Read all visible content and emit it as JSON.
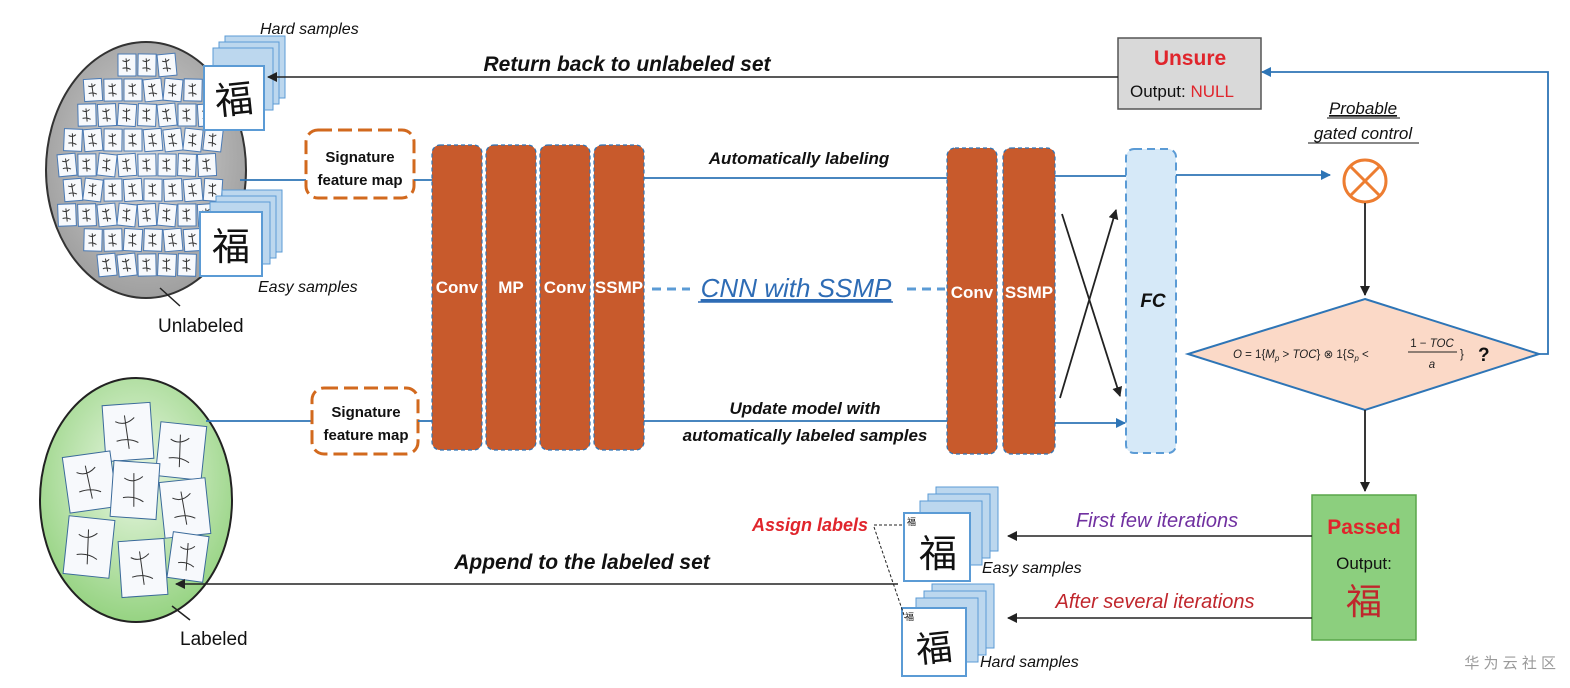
{
  "colors": {
    "layer": "#c85a2c",
    "arrow_blue": "#2e75b6",
    "fc_fill": "#d6e9f8",
    "diamond_fill": "#fbd9c7",
    "gate": "#ed7d31",
    "passed_fill": "#8ccf7e",
    "unsure_fill": "#d9d9d9",
    "red": "#e0252c",
    "purple": "#7030a0",
    "dark_red": "#c0262c"
  },
  "sets": {
    "unlabeled": "Unlabeled",
    "labeled": "Labeled",
    "hard_samples_top": "Hard samples",
    "easy_samples_top": "Easy samples",
    "easy_samples_bottom": "Easy samples",
    "hard_samples_bottom": "Hard samples",
    "sample_char": "福",
    "small_char": "福"
  },
  "feature_maps": {
    "top": [
      "Signature",
      "feature map"
    ],
    "bottom": [
      "Signature",
      "feature map"
    ]
  },
  "layers": [
    "Conv",
    "MP",
    "Conv",
    "SSMP",
    "Conv",
    "SSMP"
  ],
  "fc_label": "FC",
  "cnn_label": "CNN with SSMP",
  "flows": {
    "auto_label": "Automatically labeling",
    "update_model": [
      "Update model with",
      "automatically labeled samples"
    ],
    "return_back": "Return back to unlabeled set",
    "append": "Append to the labeled set",
    "assign_labels": "Assign labels",
    "first_few": "First few iterations",
    "after_several": "After several iterations"
  },
  "gate": {
    "label": [
      "Probable",
      "gated control"
    ]
  },
  "decision": {
    "question": "?"
  },
  "unsure": {
    "title": "Unsure",
    "output_label": "Output: ",
    "output_value": "NULL"
  },
  "passed": {
    "title": "Passed",
    "output_label": "Output:",
    "output_value": "福"
  },
  "watermark": "华 为 云 社 区"
}
